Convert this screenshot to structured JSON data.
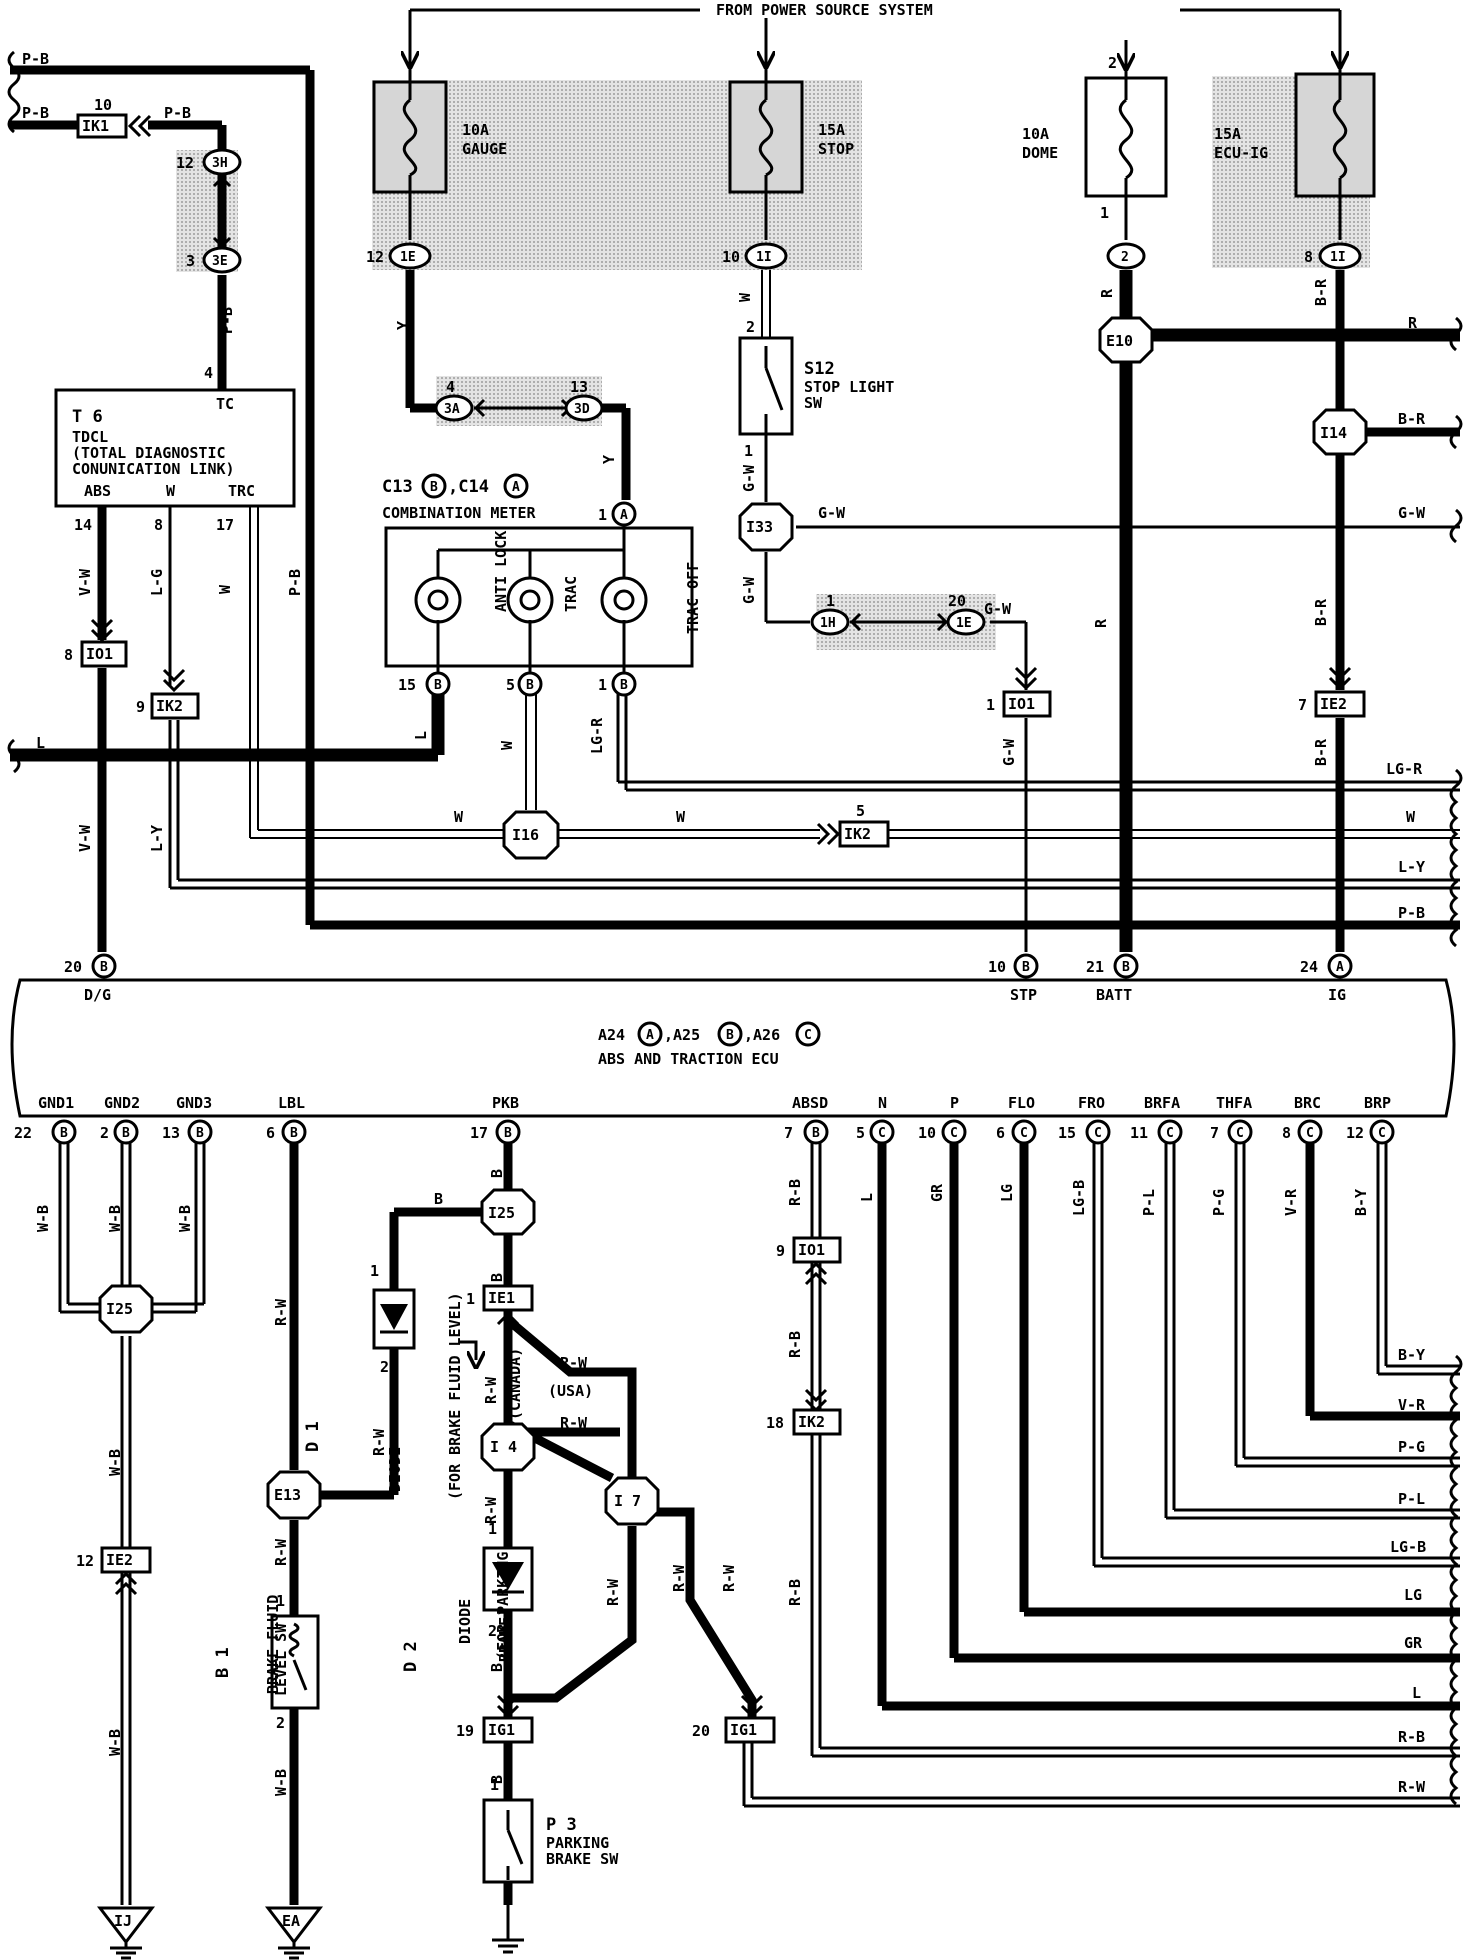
{
  "header": {
    "power_source": "FROM POWER SOURCE SYSTEM"
  },
  "fuses": {
    "gauge": {
      "amp": "10A",
      "name": "GAUGE"
    },
    "stop": {
      "amp": "15A",
      "name": "STOP"
    },
    "dome": {
      "amp": "10A",
      "name": "DOME",
      "pin_top": "2",
      "pin_bottom": "1"
    },
    "ecu_ig": {
      "amp": "15A",
      "name": "ECU-IG"
    }
  },
  "connectors": {
    "1e_12": {
      "pin": "12",
      "id": "1E"
    },
    "1i_10": {
      "pin": "10",
      "id": "1I"
    },
    "c2": {
      "pin": "2",
      "id": "2"
    },
    "1i_8": {
      "pin": "8",
      "id": "1I"
    },
    "ik1": {
      "pin": "10",
      "id": "IK1"
    },
    "3h": {
      "pin": "12",
      "id": "3H"
    },
    "3e": {
      "pin": "3",
      "id": "3E"
    },
    "3a": {
      "pin": "4",
      "id": "3A"
    },
    "3d": {
      "pin": "13",
      "id": "3D"
    },
    "1h": {
      "pin": "1",
      "id": "1H"
    },
    "1e_20": {
      "pin": "20",
      "id": "1E"
    },
    "io1_8": {
      "pin": "8",
      "id": "IO1"
    },
    "ik2_9": {
      "pin": "9",
      "id": "IK2"
    },
    "io1_1": {
      "pin": "1",
      "id": "IO1"
    },
    "ie2_7": {
      "pin": "7",
      "id": "IE2"
    },
    "ik2_5": {
      "pin": "5",
      "id": "IK2"
    },
    "io1_9": {
      "pin": "9",
      "id": "IO1"
    },
    "ik2_18": {
      "pin": "18",
      "id": "IK2"
    },
    "ie1_1": {
      "pin": "1",
      "id": "IE1"
    },
    "ie2_12": {
      "pin": "12",
      "id": "IE2"
    },
    "ig1_19": {
      "pin": "19",
      "id": "IG1"
    },
    "ig1_20": {
      "pin": "20",
      "id": "IG1"
    }
  },
  "splices": {
    "e10": "E10",
    "i14": "I14",
    "i33": "I33",
    "i16": "I16",
    "i25a": "I25",
    "i25b": "I25",
    "e13": "E13",
    "i4": "I 4",
    "i7": "I 7"
  },
  "grounds": {
    "ij": "IJ",
    "ea": "EA"
  },
  "tdcl": {
    "id": "T 6",
    "name1": "TDCL",
    "name2": "(TOTAL DIAGNOSTIC",
    "name3": "CONUNICATION LINK)",
    "tc": "TC",
    "tc_pin": "4",
    "abs": "ABS",
    "abs_pin": "14",
    "w": "W",
    "w_pin": "8",
    "trc": "TRC",
    "trc_pin": "17"
  },
  "meter": {
    "ids_a": "C13",
    "ids_a_letter": "B",
    "ids_b": ",C14",
    "ids_b_letter": "A",
    "name": "COMBINATION METER",
    "lamp1": "ANTI LOCK",
    "lamp2": "TRAC",
    "lamp3": "TRAC OFF",
    "pin_top": "1",
    "pin_top_letter": "A",
    "pin_b1": "15",
    "pin_b2": "5",
    "pin_b3": "1",
    "pin_letter": "B"
  },
  "stop_sw": {
    "id": "S12",
    "line1": "STOP LIGHT",
    "line2": "SW",
    "pin_top": "2",
    "pin_bottom": "1"
  },
  "ecu": {
    "ids": "A24",
    "ids_letters": [
      "A",
      "B",
      "C"
    ],
    "ids_mid1": ",A25",
    "ids_mid2": ",A26",
    "name": "ABS AND TRACTION ECU",
    "top_terminals": [
      {
        "name": "D/G",
        "pin": "20",
        "letter": "B"
      },
      {
        "name": "STP",
        "pin": "10",
        "letter": "B"
      },
      {
        "name": "BATT",
        "pin": "21",
        "letter": "B"
      },
      {
        "name": "IG",
        "pin": "24",
        "letter": "A"
      }
    ],
    "bottom_terminals": [
      {
        "name": "GND1",
        "pin": "22",
        "letter": "B"
      },
      {
        "name": "GND2",
        "pin": "2",
        "letter": "B"
      },
      {
        "name": "GND3",
        "pin": "13",
        "letter": "B"
      },
      {
        "name": "LBL",
        "pin": "6",
        "letter": "B"
      },
      {
        "name": "PKB",
        "pin": "17",
        "letter": "B"
      },
      {
        "name": "ABSD",
        "pin": "7",
        "letter": "B"
      },
      {
        "name": "N",
        "pin": "5",
        "letter": "C"
      },
      {
        "name": "P",
        "pin": "10",
        "letter": "C"
      },
      {
        "name": "FLO",
        "pin": "6",
        "letter": "C"
      },
      {
        "name": "FRO",
        "pin": "15",
        "letter": "C"
      },
      {
        "name": "BRFA",
        "pin": "11",
        "letter": "C"
      },
      {
        "name": "THFA",
        "pin": "7",
        "letter": "C"
      },
      {
        "name": "BRC",
        "pin": "8",
        "letter": "C"
      },
      {
        "name": "BRP",
        "pin": "12",
        "letter": "C"
      }
    ]
  },
  "d1": {
    "id": "D 1",
    "line1": "DIODE",
    "line2": "(FOR BRAKE FLUID LEVEL)",
    "pin1": "1",
    "pin2": "2"
  },
  "d2": {
    "id": "D 2",
    "line1": "DIODE",
    "line2": "(FOR PARKING",
    "line3": "BRAKE)",
    "pin1": "1",
    "pin2": "2"
  },
  "b1": {
    "id": "B 1",
    "line1": "BRAKE FLUID",
    "line2": "LEVEL SW",
    "pin1": "1",
    "pin2": "2"
  },
  "p3": {
    "id": "P 3",
    "line1": "PARKING",
    "line2": "BRAKE SW",
    "pin1": "1"
  },
  "region": {
    "usa": "(USA)",
    "canada": "(CANADA)"
  },
  "wire_colors": {
    "pb": "P-B",
    "y": "Y",
    "w": "W",
    "r": "R",
    "br": "B-R",
    "gw": "G-W",
    "vw": "V-W",
    "lg": "L-G",
    "l": "L",
    "lgr": "LG-R",
    "ly": "L-Y",
    "wb": "W-B",
    "rw": "R-W",
    "b": "B",
    "rb": "R-B",
    "gr": "GR",
    "lgb": "LG-B",
    "pl": "P-L",
    "pg": "P-G",
    "vr": "V-R",
    "by": "B-Y",
    "lgc": "LG"
  }
}
